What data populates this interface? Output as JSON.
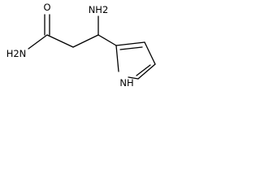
{
  "structure": {
    "atoms": {
      "oxygen": "O",
      "amide_nitrogen": "H2N",
      "amine_nitrogen": "NH2",
      "pyrrole_nitrogen": "NH"
    }
  }
}
